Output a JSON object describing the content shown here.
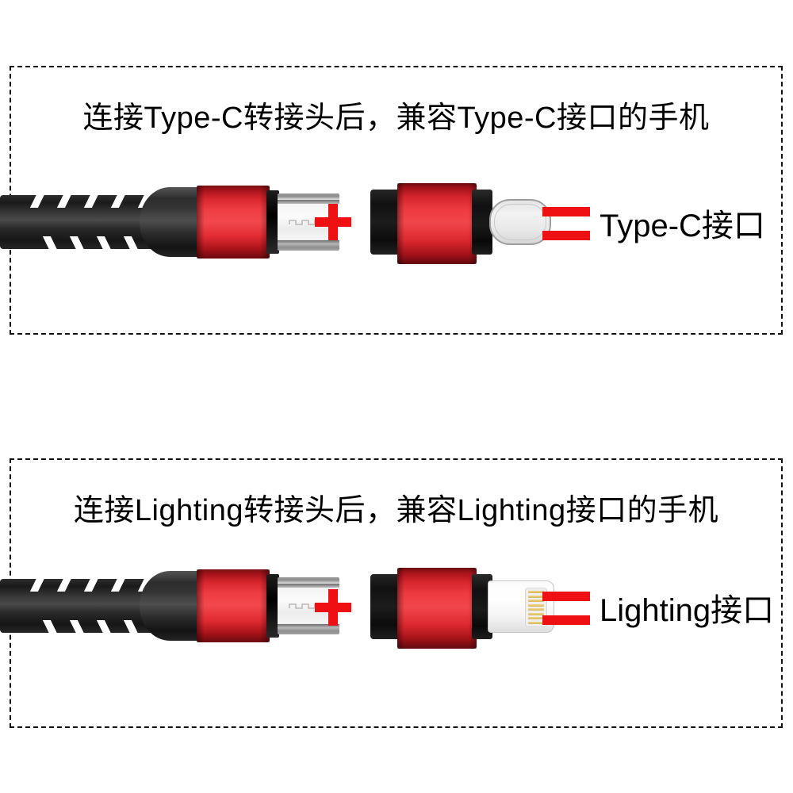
{
  "page": {
    "background_color": "#ffffff",
    "accent_red": "#ee1013",
    "text_color": "#000000",
    "border_style": "dashed"
  },
  "panels": [
    {
      "id": "type-c",
      "heading": "连接Type-C转接头后，兼容Type-C接口的手机",
      "cable_name": "micro-usb-braided-cable",
      "operator_plus": "+",
      "adapter_name": "type-c-adapter",
      "operator_equals": "=",
      "result_label": "Type-C接口"
    },
    {
      "id": "lighting",
      "heading": "连接Lighting转接头后，兼容Lighting接口的手机",
      "cable_name": "micro-usb-braided-cable",
      "operator_plus": "+",
      "adapter_name": "lighting-adapter",
      "operator_equals": "=",
      "result_label": "Lighting接口"
    }
  ],
  "colors": {
    "cable_black": "#1a1a1a",
    "housing_red": "#f1464b",
    "metal_silver": "#f2f2f2",
    "lightning_pin_gold": "#d8b556"
  },
  "lightning_pin_count": 8,
  "cable_notch_count_top": 5,
  "cable_notch_count_bottom": 5
}
